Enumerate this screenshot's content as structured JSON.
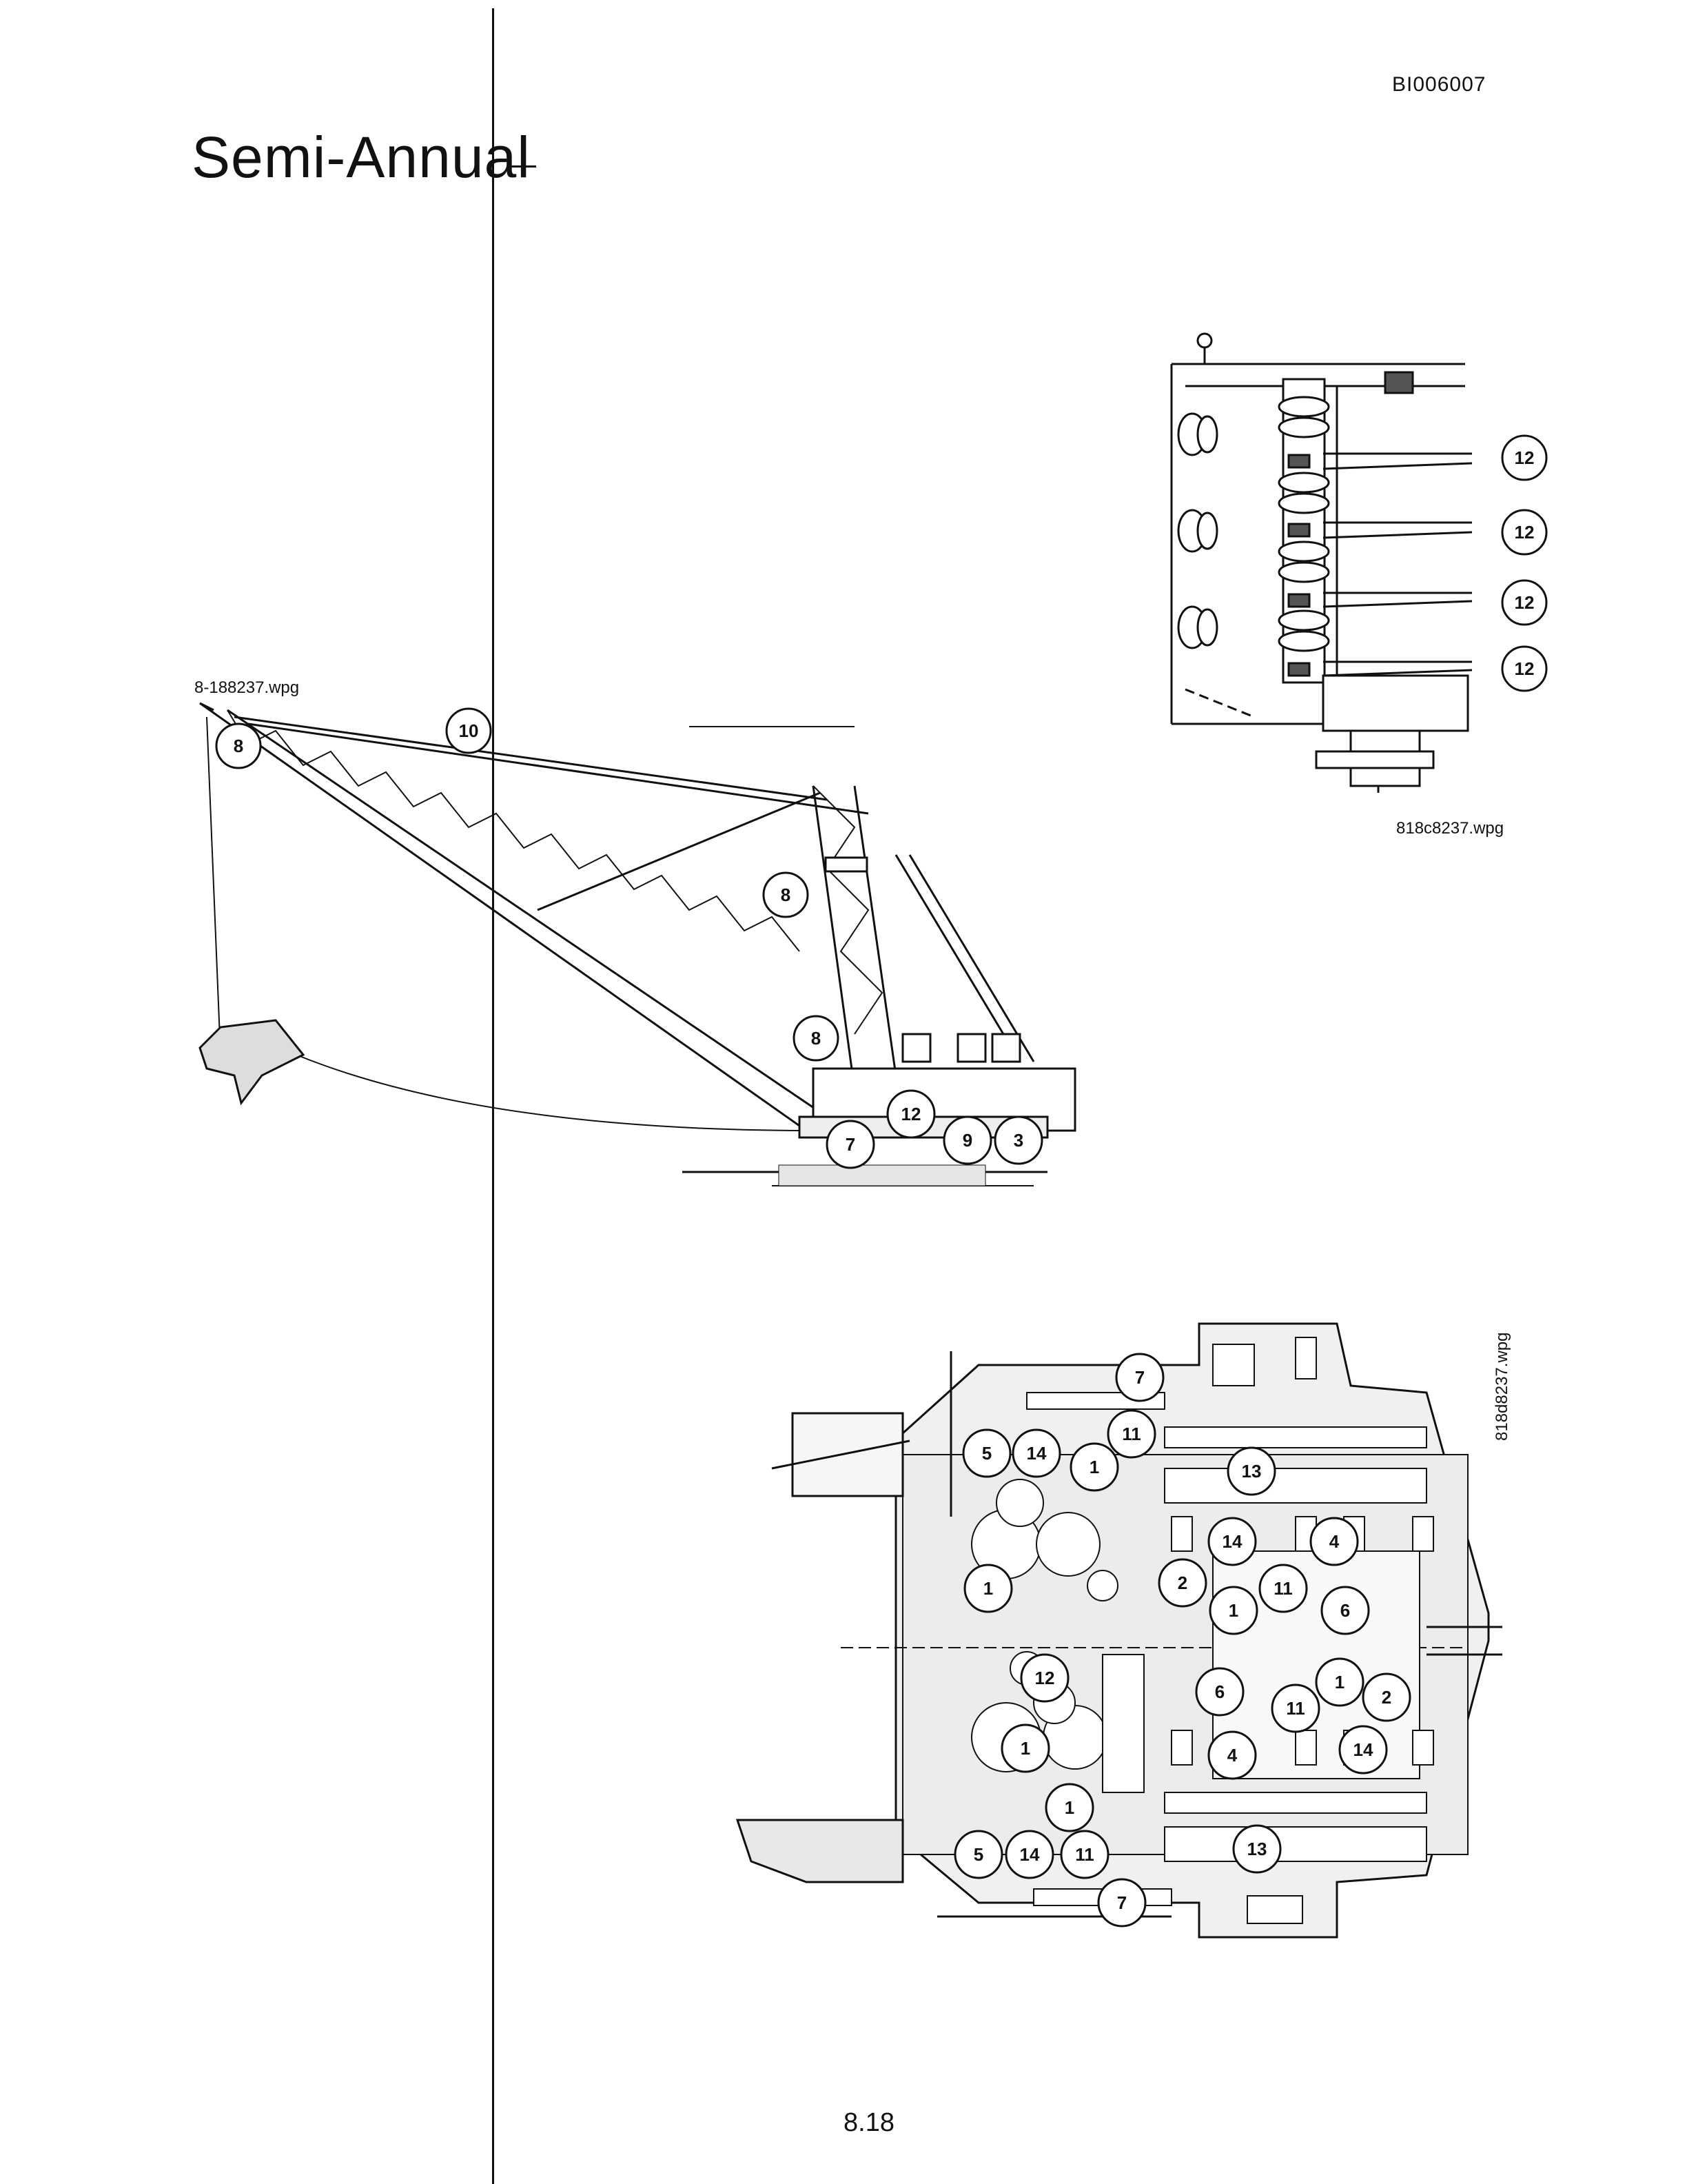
{
  "header": {
    "doc_id": "BI006007",
    "title": "Semi-Annual"
  },
  "figures": {
    "detail_file": "818c8237.wpg",
    "side_file": "8-188237.wpg",
    "plan_file": "818d8237.wpg"
  },
  "callouts": {
    "detail": [
      "12",
      "12",
      "12",
      "12"
    ],
    "side": [
      "8",
      "10",
      "8",
      "8",
      "12",
      "7",
      "9",
      "3"
    ],
    "plan": [
      "7",
      "11",
      "5",
      "14",
      "1",
      "13",
      "14",
      "4",
      "1",
      "2",
      "11",
      "1",
      "6",
      "12",
      "6",
      "1",
      "11",
      "2",
      "1",
      "4",
      "14",
      "1",
      "5",
      "14",
      "11",
      "13",
      "7"
    ]
  },
  "footer": {
    "page_number": "8.18"
  }
}
